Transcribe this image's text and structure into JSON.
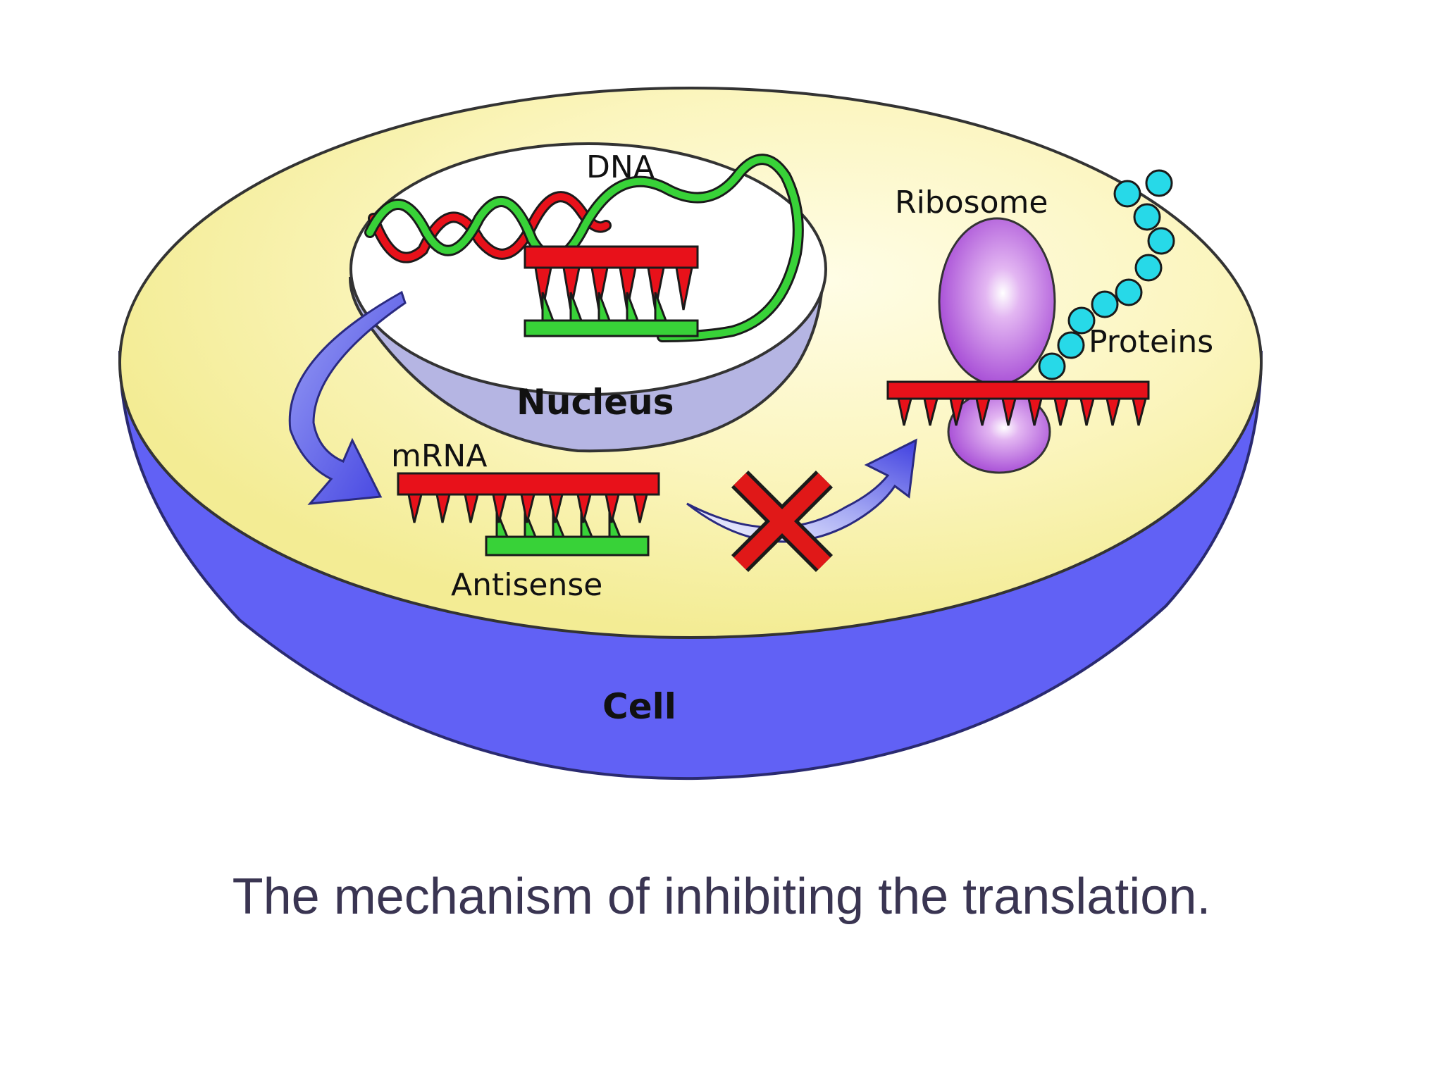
{
  "labels": {
    "dna": "DNA",
    "ribosome": "Ribosome",
    "proteins": "Proteins",
    "nucleus": "Nucleus",
    "mrna": "mRNA",
    "antisense": "Antisense",
    "cell": "Cell"
  },
  "caption": "The mechanism of inhibiting the translation.",
  "colors": {
    "cytoplasm": "#f8f2a6",
    "cell_wall": "#6161f5",
    "nucleus_side": "#b5b5e3",
    "rna_red": "#e8111a",
    "antisense_green": "#38d238",
    "ribosome_purple": "#b15bd8",
    "protein_cyan": "#27d9e8",
    "block_x": "#e01818",
    "arrow_blue": "#5c5ce8"
  },
  "icons": [
    "dna-helix-icon",
    "ribosome-icon",
    "protein-chain-icon",
    "blocked-x-icon",
    "flow-arrow-icon"
  ]
}
